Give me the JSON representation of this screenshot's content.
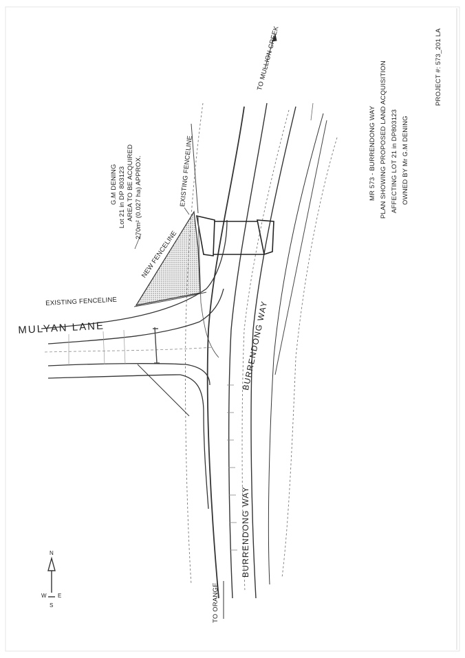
{
  "road_labels": {
    "burrendong_way_road": "BURRENDONG WAY",
    "mulyan_lane_road": "MULYAN LANE"
  },
  "directions": {
    "to_mullion_creek": "TO MULLION CREEK",
    "to_orange": "TO ORANGE"
  },
  "fence_labels": {
    "existing_fenceline_left": "EXISTING FENCELINE",
    "existing_fenceline_right": "EXISTING FENCELINE",
    "new_fenceline": "NEW FENCELINE"
  },
  "owner_block": {
    "owner": "G.M DENING",
    "lot": "Lot 21 in DP 803123",
    "area_title": "AREA TO BE ACQUIRED",
    "area_value": "270m² (0.027 ha) APPROX."
  },
  "title_block": {
    "line1": "MR 573 - BURRENDONG WAY",
    "line2": "PLAN SHOWING PROPOSED LAND ACQUISITION",
    "line3": "AFFECTING LOT 21 in DP803123",
    "line4": "OWNED BY Mr G.M DENING"
  },
  "project_number": "PROJECT #: 573_201 LA",
  "north_arrow": {
    "north": "N",
    "west": "W",
    "east": "E",
    "south": "S"
  }
}
